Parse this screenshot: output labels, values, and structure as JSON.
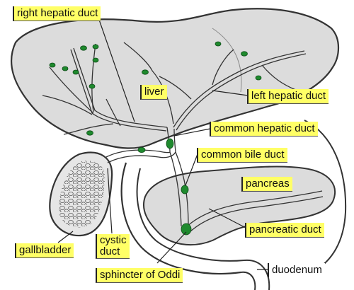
{
  "labels": {
    "right_hepatic_duct": "right hepatic duct",
    "liver": "liver",
    "left_hepatic_duct": "left hepatic duct",
    "common_hepatic_duct": "common hepatic duct",
    "common_bile_duct": "common bile duct",
    "pancreas": "pancreas",
    "pancreatic_duct": "pancreatic duct",
    "gallbladder": "gallbladder",
    "cystic_duct_line1": "cystic",
    "cystic_duct_line2": "duct",
    "sphincter_of_oddi": "sphincter of Oddi",
    "duodenum": "duodenum"
  },
  "colors": {
    "label_background": "#ffff66",
    "outline": "#333333",
    "organ_fill": "#dcdcdc",
    "node_green": "#1f8a2e"
  }
}
